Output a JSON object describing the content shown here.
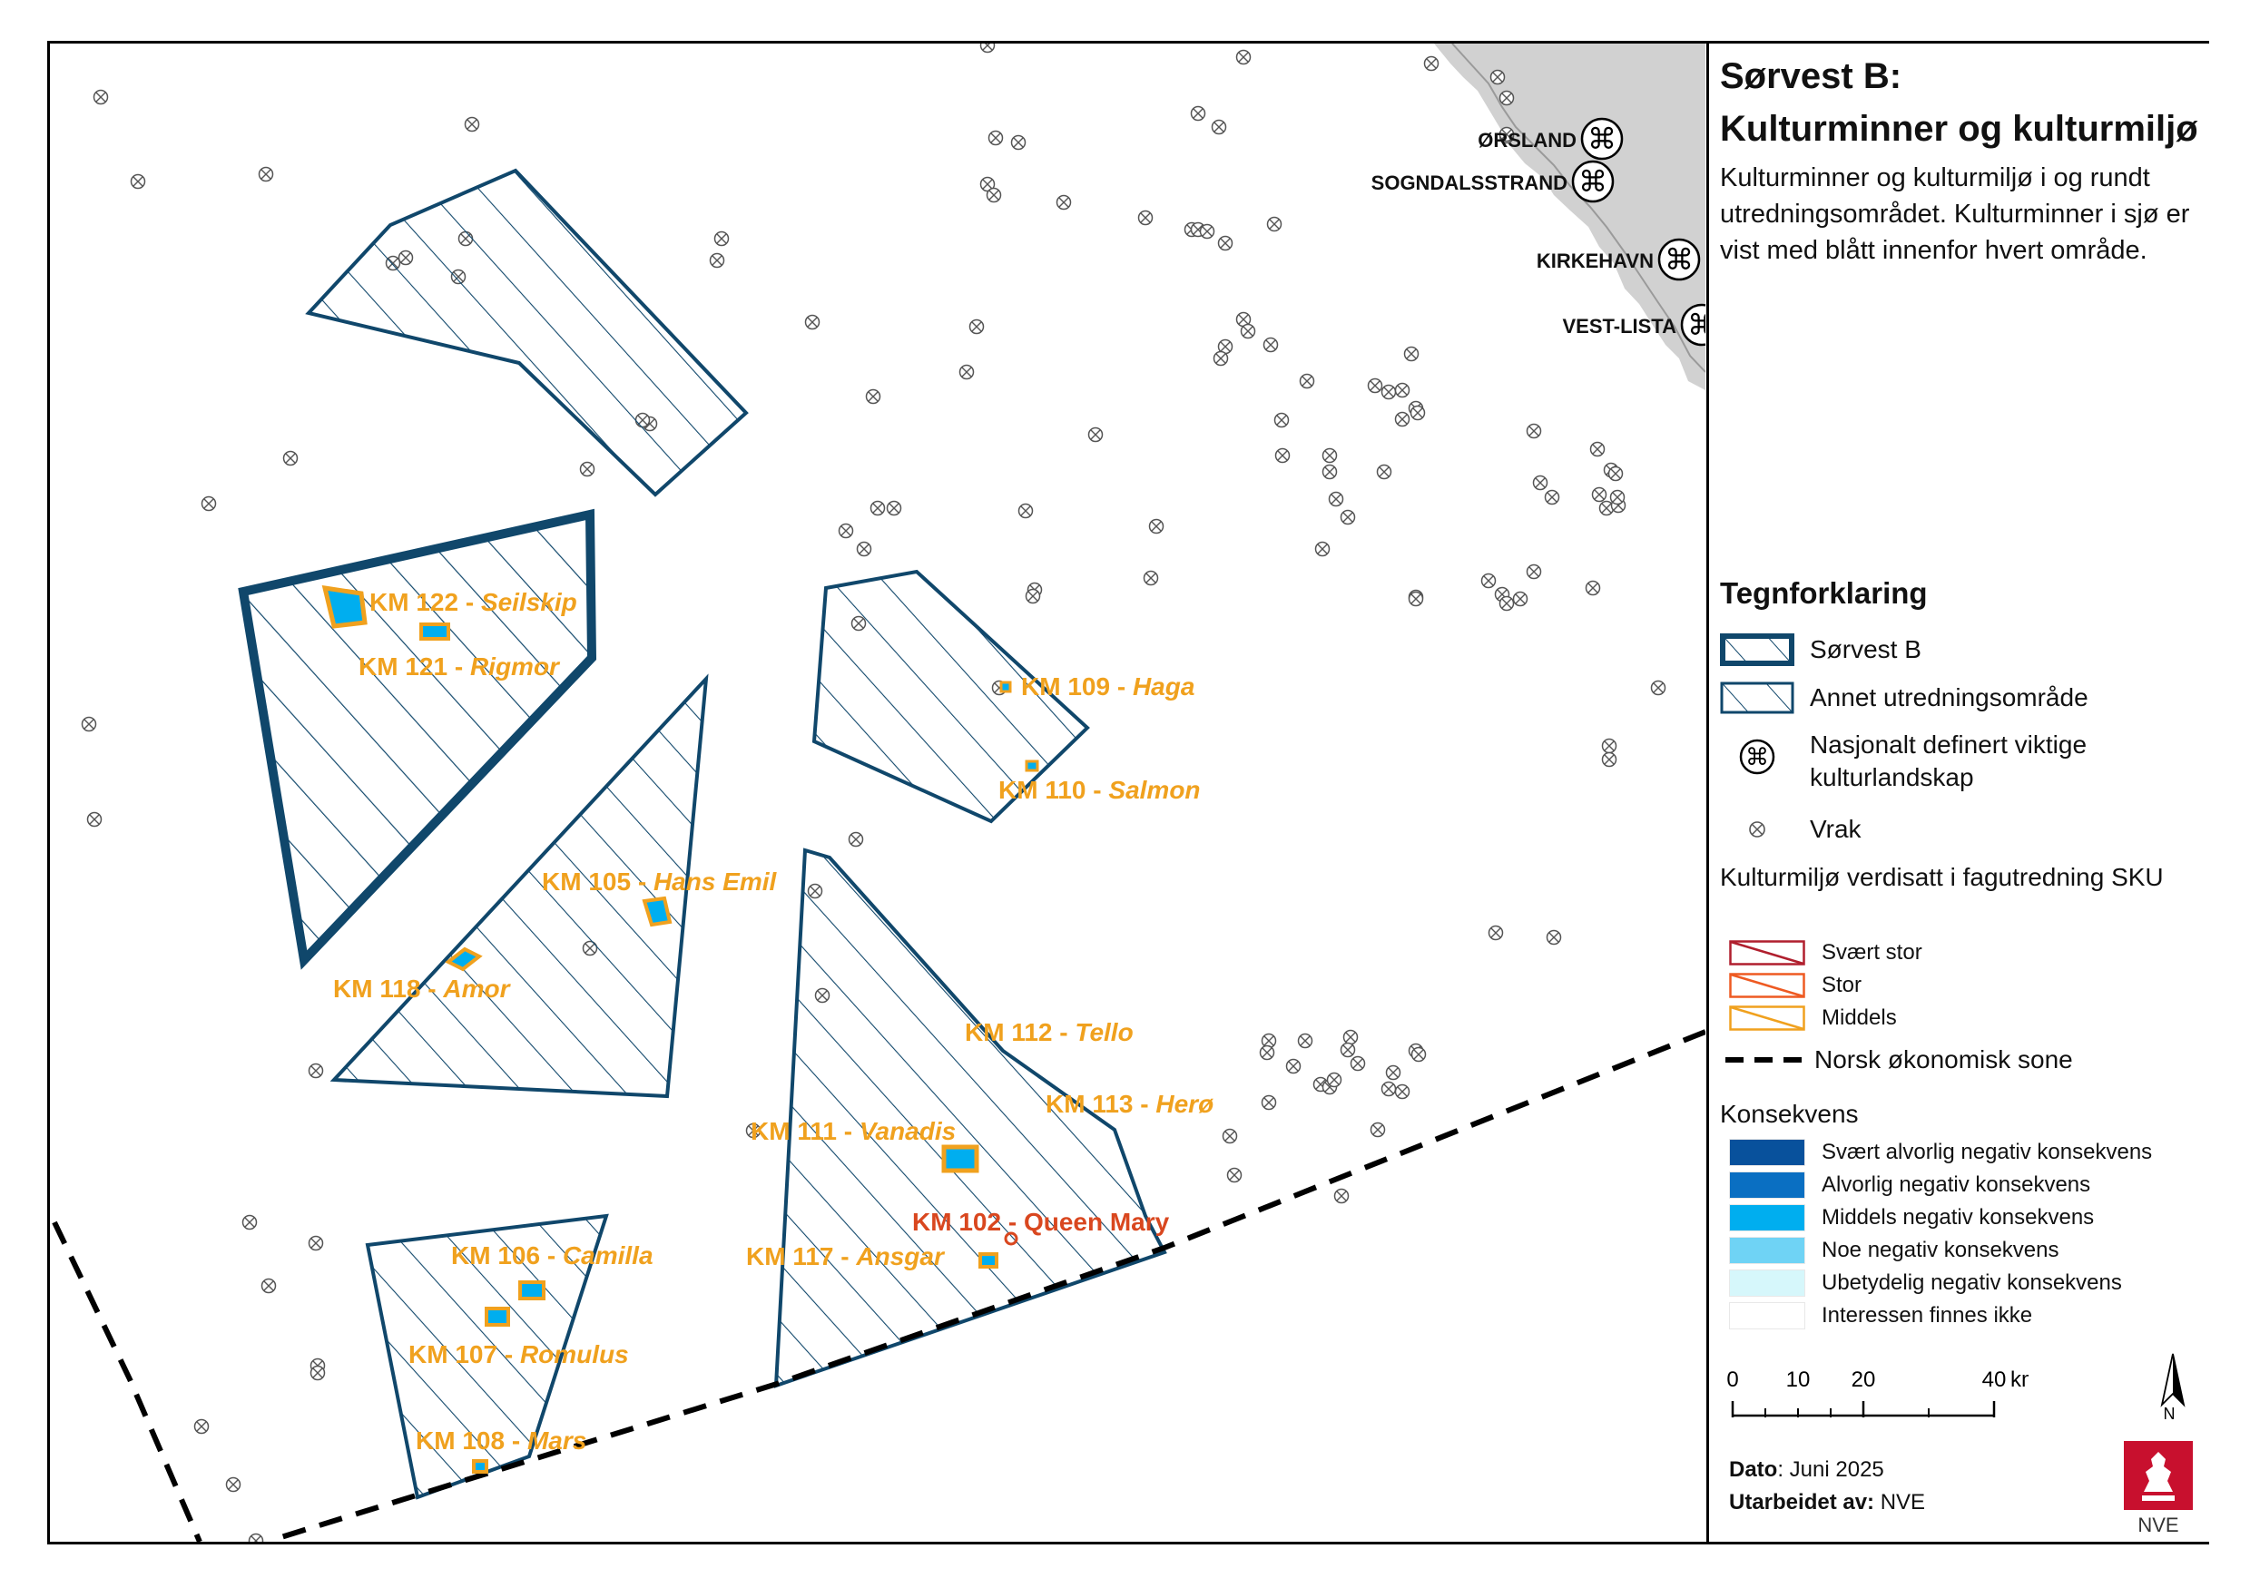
{
  "title": {
    "line1": "Sørvest B:",
    "line2": "Kulturminner og kulturmiljø"
  },
  "description": "Kulturminner og kulturmiljø i og rundt utredningsområdet. Kulturminner i sjø er vist med blått innenfor hvert område.",
  "colors": {
    "area_stroke": "#10476b",
    "label_orange": "#f0a11e",
    "label_red": "#d9471f",
    "km_fill": "#00aeef",
    "eez": "#000000"
  },
  "map": {
    "areas": [
      {
        "name": "Sørvest B",
        "style": "bold"
      },
      {
        "name": "Annet utredningsområde",
        "style": "normal"
      }
    ],
    "landscapes": [
      {
        "label": "ØRSLAND",
        "icon": "landscape-icon"
      },
      {
        "label": "SOGNDALSSTRAND",
        "icon": "landscape-icon"
      },
      {
        "label": "KIRKEHAVN",
        "icon": "landscape-icon"
      },
      {
        "label": "VEST-LISTA",
        "icon": "landscape-icon"
      }
    ],
    "km_labels": [
      {
        "id": "KM 122 - ",
        "name": "Seilskip",
        "value": "Middels"
      },
      {
        "id": "KM 121 - ",
        "name": "Rigmor",
        "value": "Middels"
      },
      {
        "id": "KM 109 -  ",
        "name": "Haga",
        "value": "Middels"
      },
      {
        "id": "KM 110 -  ",
        "name": "Salmon",
        "value": "Middels"
      },
      {
        "id": "KM 105 -  ",
        "name": "Hans Emil",
        "value": "Middels"
      },
      {
        "id": "KM 118 -  ",
        "name": "Amor",
        "value": "Middels"
      },
      {
        "id": "KM 112 -  ",
        "name": "Tello",
        "value": "Middels"
      },
      {
        "id": "KM 113 -  ",
        "name": "Herø",
        "value": "Middels"
      },
      {
        "id": "KM 111 -  ",
        "name": "Vanadis",
        "value": "Middels"
      },
      {
        "id": "KM 102 - ",
        "name": "Queen Mary",
        "value": "Stor"
      },
      {
        "id": "KM 117 -  ",
        "name": "Ansgar",
        "value": "Middels"
      },
      {
        "id": "KM 106 -  ",
        "name": "Camilla",
        "value": "Middels"
      },
      {
        "id": "KM 107 -  ",
        "name": "Romulus",
        "value": "Middels"
      },
      {
        "id": "KM 108 -  ",
        "name": "Mars",
        "value": "Middels"
      }
    ]
  },
  "legend": {
    "title": "Tegnforklaring",
    "items": {
      "sorvest_b": "Sørvest B",
      "annet": "Annet utredningsområde",
      "kulturlandskap": "Nasjonalt definert viktige kulturlandskap",
      "vrak": "Vrak",
      "kulturmiljo_title": "Kulturmiljø verdisatt i fagutredning SKU",
      "svaert_stor": "Svært stor",
      "stor": "Stor",
      "middels": "Middels",
      "eez": "Norsk økonomisk sone"
    },
    "konsekvens": {
      "title": "Konsekvens",
      "items": [
        {
          "label": "Svært alvorlig negativ konsekvens",
          "color": "#08519c"
        },
        {
          "label": "Alvorlig negativ konsekvens",
          "color": "#0a6fc2"
        },
        {
          "label": "Middels negativ konsekvens",
          "color": "#00aeef"
        },
        {
          "label": "Noe negativ konsekvens",
          "color": "#6fd3f5"
        },
        {
          "label": "Ubetydelig negativ konsekvens",
          "color": "#d6f7fb"
        },
        {
          "label": "Interessen finnes ikke",
          "color": "#ffffff"
        }
      ]
    },
    "scalebar": {
      "ticks": [
        "0",
        "10",
        "20",
        "40"
      ],
      "unit": "km"
    },
    "north": "N"
  },
  "footer": {
    "date_label": "Dato",
    "date_value": ": Juni 2025",
    "author_label": "Utarbeidet av:",
    "author_value": " NVE",
    "logo_text": "NVE"
  }
}
